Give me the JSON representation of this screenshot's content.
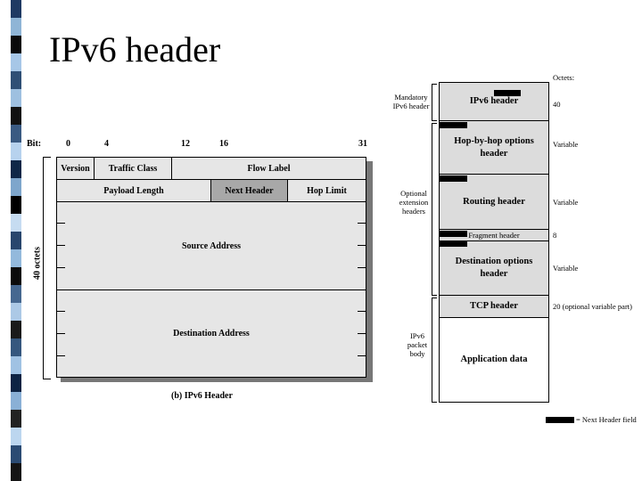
{
  "slide": {
    "title": "IPv6 header",
    "strip_colors": [
      "#1f3a63",
      "#8fb5d6",
      "#0a0a0a",
      "#a7c7e7",
      "#2f4f75",
      "#9ec0e0",
      "#111111",
      "#3a5a82",
      "#b7d2ee",
      "#0f2747",
      "#7ea6cc",
      "#000000",
      "#c6dcf1",
      "#28466d",
      "#93b9dc",
      "#0b0b0b",
      "#466890",
      "#acc9e6",
      "#1a1a1a",
      "#35577e",
      "#a0c2e3",
      "#0d2343",
      "#8ab0d6",
      "#222222",
      "#bcd6ef",
      "#2b4b73",
      "#141414"
    ]
  },
  "header_diagram": {
    "bits": [
      "Bit:",
      "0",
      "4",
      "12",
      "16",
      "31"
    ],
    "rows": [
      [
        "Version",
        "Traffic Class",
        "Flow Label"
      ],
      [
        "Payload Length",
        "Next Header",
        "Hop Limit"
      ]
    ],
    "source": "Source Address",
    "destination": "Destination Address",
    "side_label": "40 octets",
    "caption": "(b) IPv6 Header"
  },
  "stack": {
    "octets_label": "Octets:",
    "items": [
      {
        "label": "IPv6 header",
        "size": "40"
      },
      {
        "label": "Hop-by-hop options header",
        "size": "Variable"
      },
      {
        "label": "Routing header",
        "size": "Variable"
      },
      {
        "label": "Fragment header",
        "size": "8"
      },
      {
        "label": "Destination options header",
        "size": "Variable"
      },
      {
        "label": "TCP header",
        "size": "20 (optional variable part)"
      },
      {
        "label": "Application data",
        "size": ""
      }
    ],
    "left_labels": {
      "mandatory": "Mandatory IPv6 header",
      "optional": "Optional extension headers",
      "body": "IPv6 packet body"
    },
    "legend": "= Next Header field"
  }
}
